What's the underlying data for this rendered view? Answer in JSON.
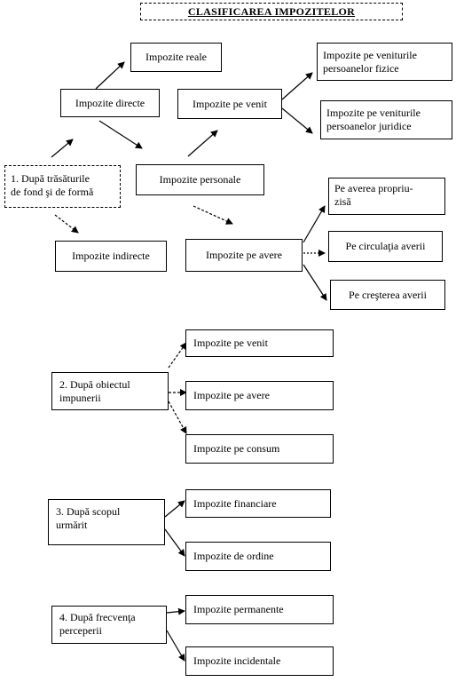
{
  "title": "CLASIFICAREA IMPOZITELOR",
  "section1": {
    "criterion": [
      "1. După trăsăturile",
      "de fond şi de formă"
    ],
    "directe": "Impozite directe",
    "indirecte": "Impozite indirecte",
    "reale": "Impozite reale",
    "personale": "Impozite personale",
    "venit": "Impozite pe venit",
    "avere": "Impozite pe avere",
    "venit_fizice": [
      "Impozite pe veniturile",
      "persoanelor fizice"
    ],
    "venit_juridice": [
      "Impozite pe veniturile",
      "persoanelor juridice"
    ],
    "averea_propriu": [
      "Pe averea propriu-",
      "zisă"
    ],
    "circulatia": "Pe circulaţia averii",
    "cresterea": "Pe creşterea averii"
  },
  "section2": {
    "criterion": [
      "2. După obiectul",
      "impunerii"
    ],
    "venit": "Impozite pe venit",
    "avere": "Impozite pe avere",
    "consum": "Impozite pe consum"
  },
  "section3": {
    "criterion": [
      "3. După scopul",
      "urmărit"
    ],
    "financiare": "Impozite financiare",
    "ordine": "Impozite de ordine"
  },
  "section4": {
    "criterion": [
      "4. După frecvenţa",
      "perceperii"
    ],
    "permanente": "Impozite permanente",
    "incidentale": "Impozite incidentale"
  }
}
